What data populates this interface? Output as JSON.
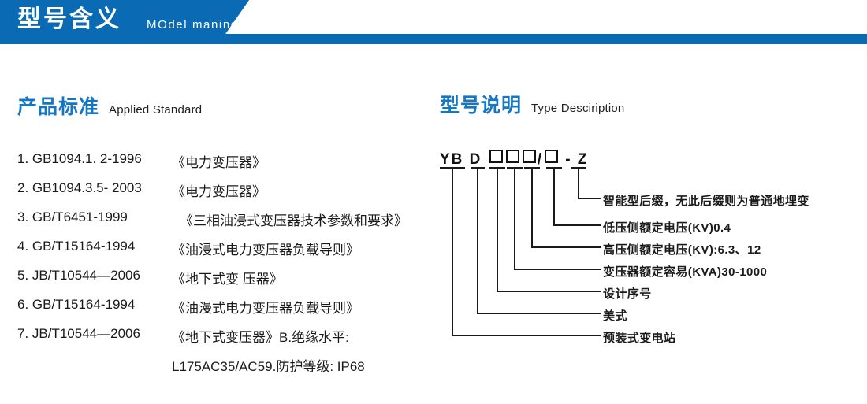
{
  "banner": {
    "title": "型号含义",
    "subtitle": "MOdel maning",
    "color": "#0a6ab4"
  },
  "sections": {
    "standard": {
      "cn": "产品标准",
      "en": "Applied Standard"
    },
    "type": {
      "cn": "型号说明",
      "en": "Type Desciription"
    }
  },
  "accent_color": "#1577c4",
  "standards": [
    {
      "code": "1. GB1094.1. 2-1996",
      "name": "《电力变压器》"
    },
    {
      "code": "2. GB1094.3.5- 2003",
      "name": "《电力变压器》"
    },
    {
      "code": "3. GB/T6451-1999",
      "name": "《三相油浸式变压器技术参数和要求》"
    },
    {
      "code": "4. GB/T15164-1994",
      "name": "《油浸式电力变压器负载导则》"
    },
    {
      "code": "5. JB/T10544—2006",
      "name": "《地下式变 压器》"
    },
    {
      "code": "6. GB/T15164-1994",
      "name": "《油漫式电力变压器负载导则》"
    },
    {
      "code": "7. JB/T10544—2006",
      "name": "《地下式变压器》B.绝缘水平:"
    },
    {
      "code": "",
      "name": "L175AC35/AC59.防护等级: IP68"
    }
  ],
  "model": {
    "code_parts": [
      "YB",
      "D",
      "box",
      "box",
      "box",
      "/",
      "box",
      "-",
      "Z"
    ],
    "code_text": "YB D □□□/□ - Z",
    "labels": [
      "智能型后缀，无此后缀则为普通地埋变",
      "低压侧额定电压(KV)0.4",
      "高压侧额定电压(KV):6.3、12",
      "变压器额定容易(KVA)30-1000",
      "设计序号",
      "美式",
      "预装式变电站"
    ]
  }
}
